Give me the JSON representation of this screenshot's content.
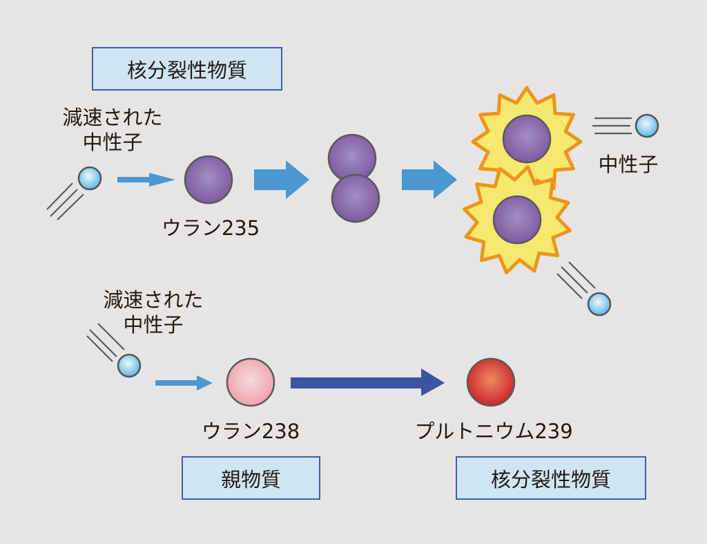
{
  "title_box_top": "核分裂性物質",
  "top_row": {
    "slow_neutron_label_line1": "減速された",
    "slow_neutron_label_line2": "中性子",
    "nucleus_label": "ウラン235",
    "emitted_neutron_label": "中性子"
  },
  "bottom_row": {
    "slow_neutron_label_line1": "減速された",
    "slow_neutron_label_line2": "中性子",
    "nucleus_label": "ウラン238",
    "product_label": "プルトニウム239"
  },
  "box_fertile": "親物質",
  "box_fissile_bottom": "核分裂性物質",
  "colors": {
    "background": "#e6e5e4",
    "neutron": "#72c3ea",
    "u235": "#8b6aa9",
    "u238": "#f3b5b8",
    "pu239": "#d0262a",
    "flash_fill": "#f5e86e",
    "flash_stroke": "#ec951c",
    "arrow_light": "#4a97d2",
    "arrow_dark": "#3b55a0",
    "box_fill": "#cfe5f3",
    "box_border": "#3f5ea8"
  }
}
